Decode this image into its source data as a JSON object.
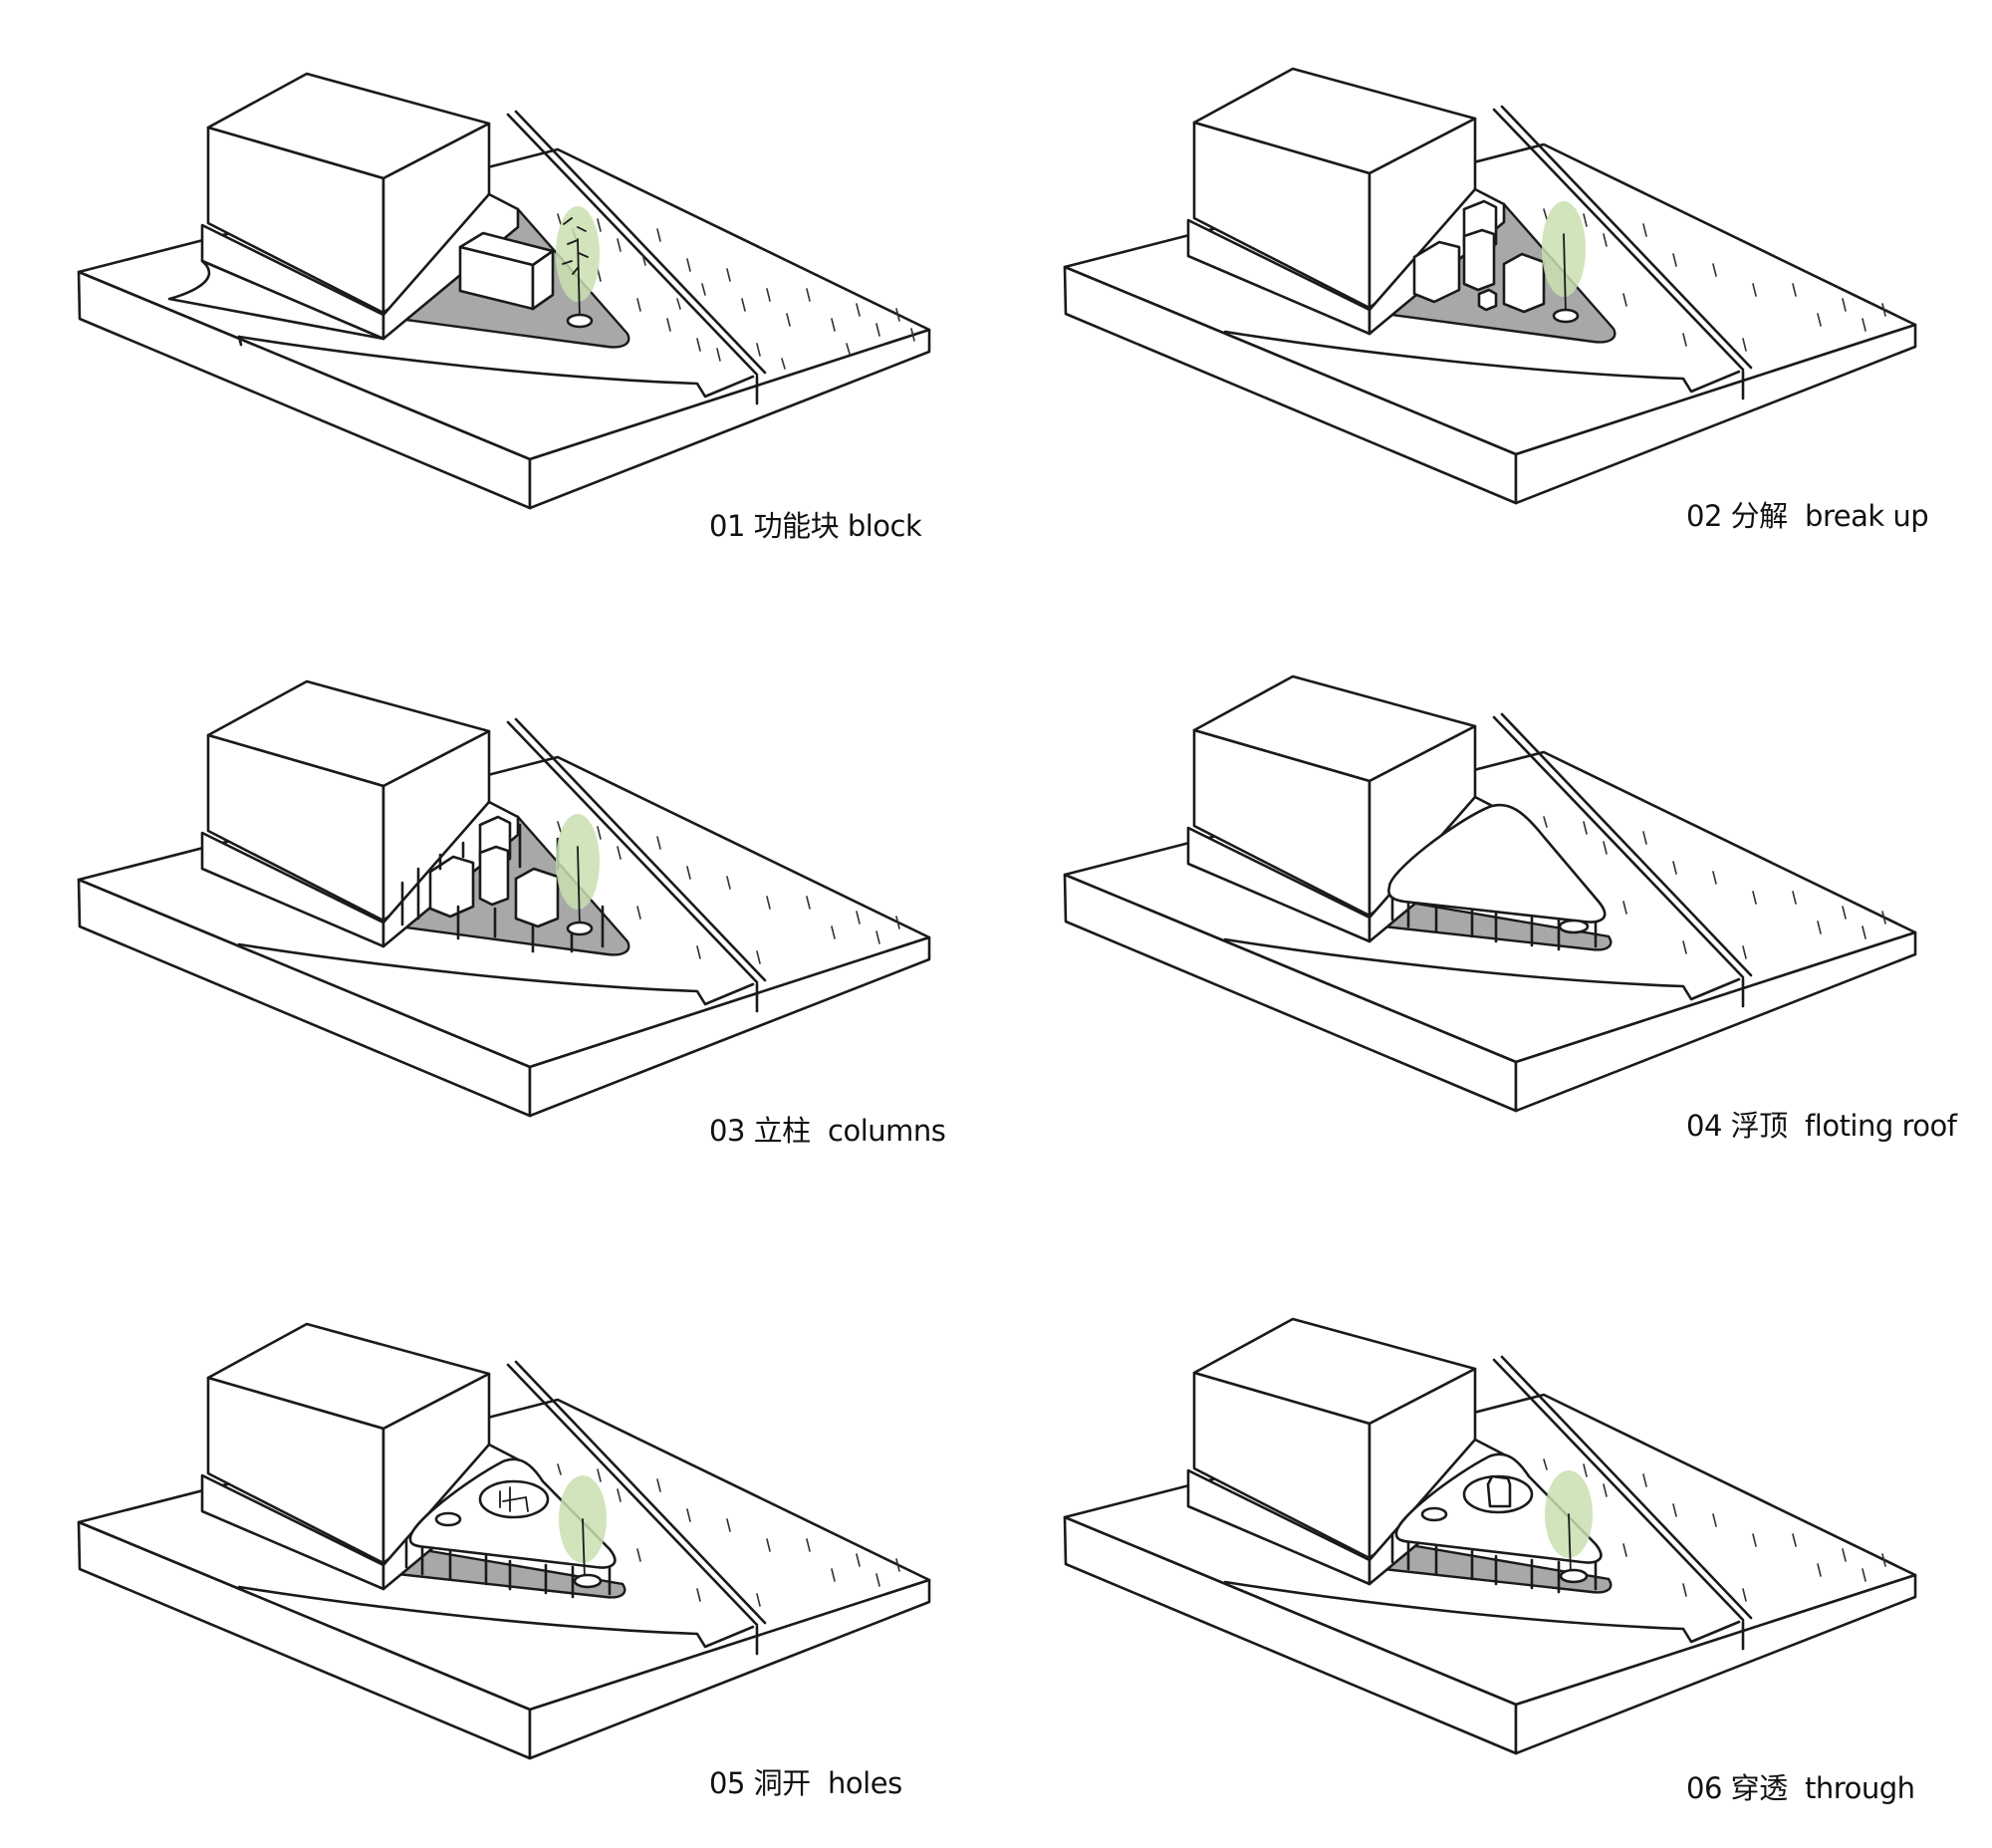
{
  "diagram": {
    "title": "",
    "layout": "3 rows x 2 columns of axonometric design-process sketches",
    "colors": {
      "ink": "#1a1a1a",
      "ground_shade": "#a8a8a8",
      "tree_green": "#c9dfb0",
      "paper": "#ffffff"
    },
    "panels": [
      {
        "index": "01",
        "zh": "功能块",
        "en": "block",
        "caption": "01 功能块 block",
        "stage": "block"
      },
      {
        "index": "02",
        "zh": "分解",
        "en": "break up",
        "caption": "02 分解  break up",
        "stage": "breakup"
      },
      {
        "index": "03",
        "zh": "立柱",
        "en": "columns",
        "caption": "03 立柱  columns",
        "stage": "columns"
      },
      {
        "index": "04",
        "zh": "浮顶",
        "en": "floting roof",
        "caption": "04 浮顶  floting roof",
        "stage": "roof"
      },
      {
        "index": "05",
        "zh": "洞开",
        "en": "holes",
        "caption": "05 洞开  holes",
        "stage": "holes"
      },
      {
        "index": "06",
        "zh": "穿透",
        "en": "through",
        "caption": "06 穿透  through",
        "stage": "through"
      }
    ]
  }
}
